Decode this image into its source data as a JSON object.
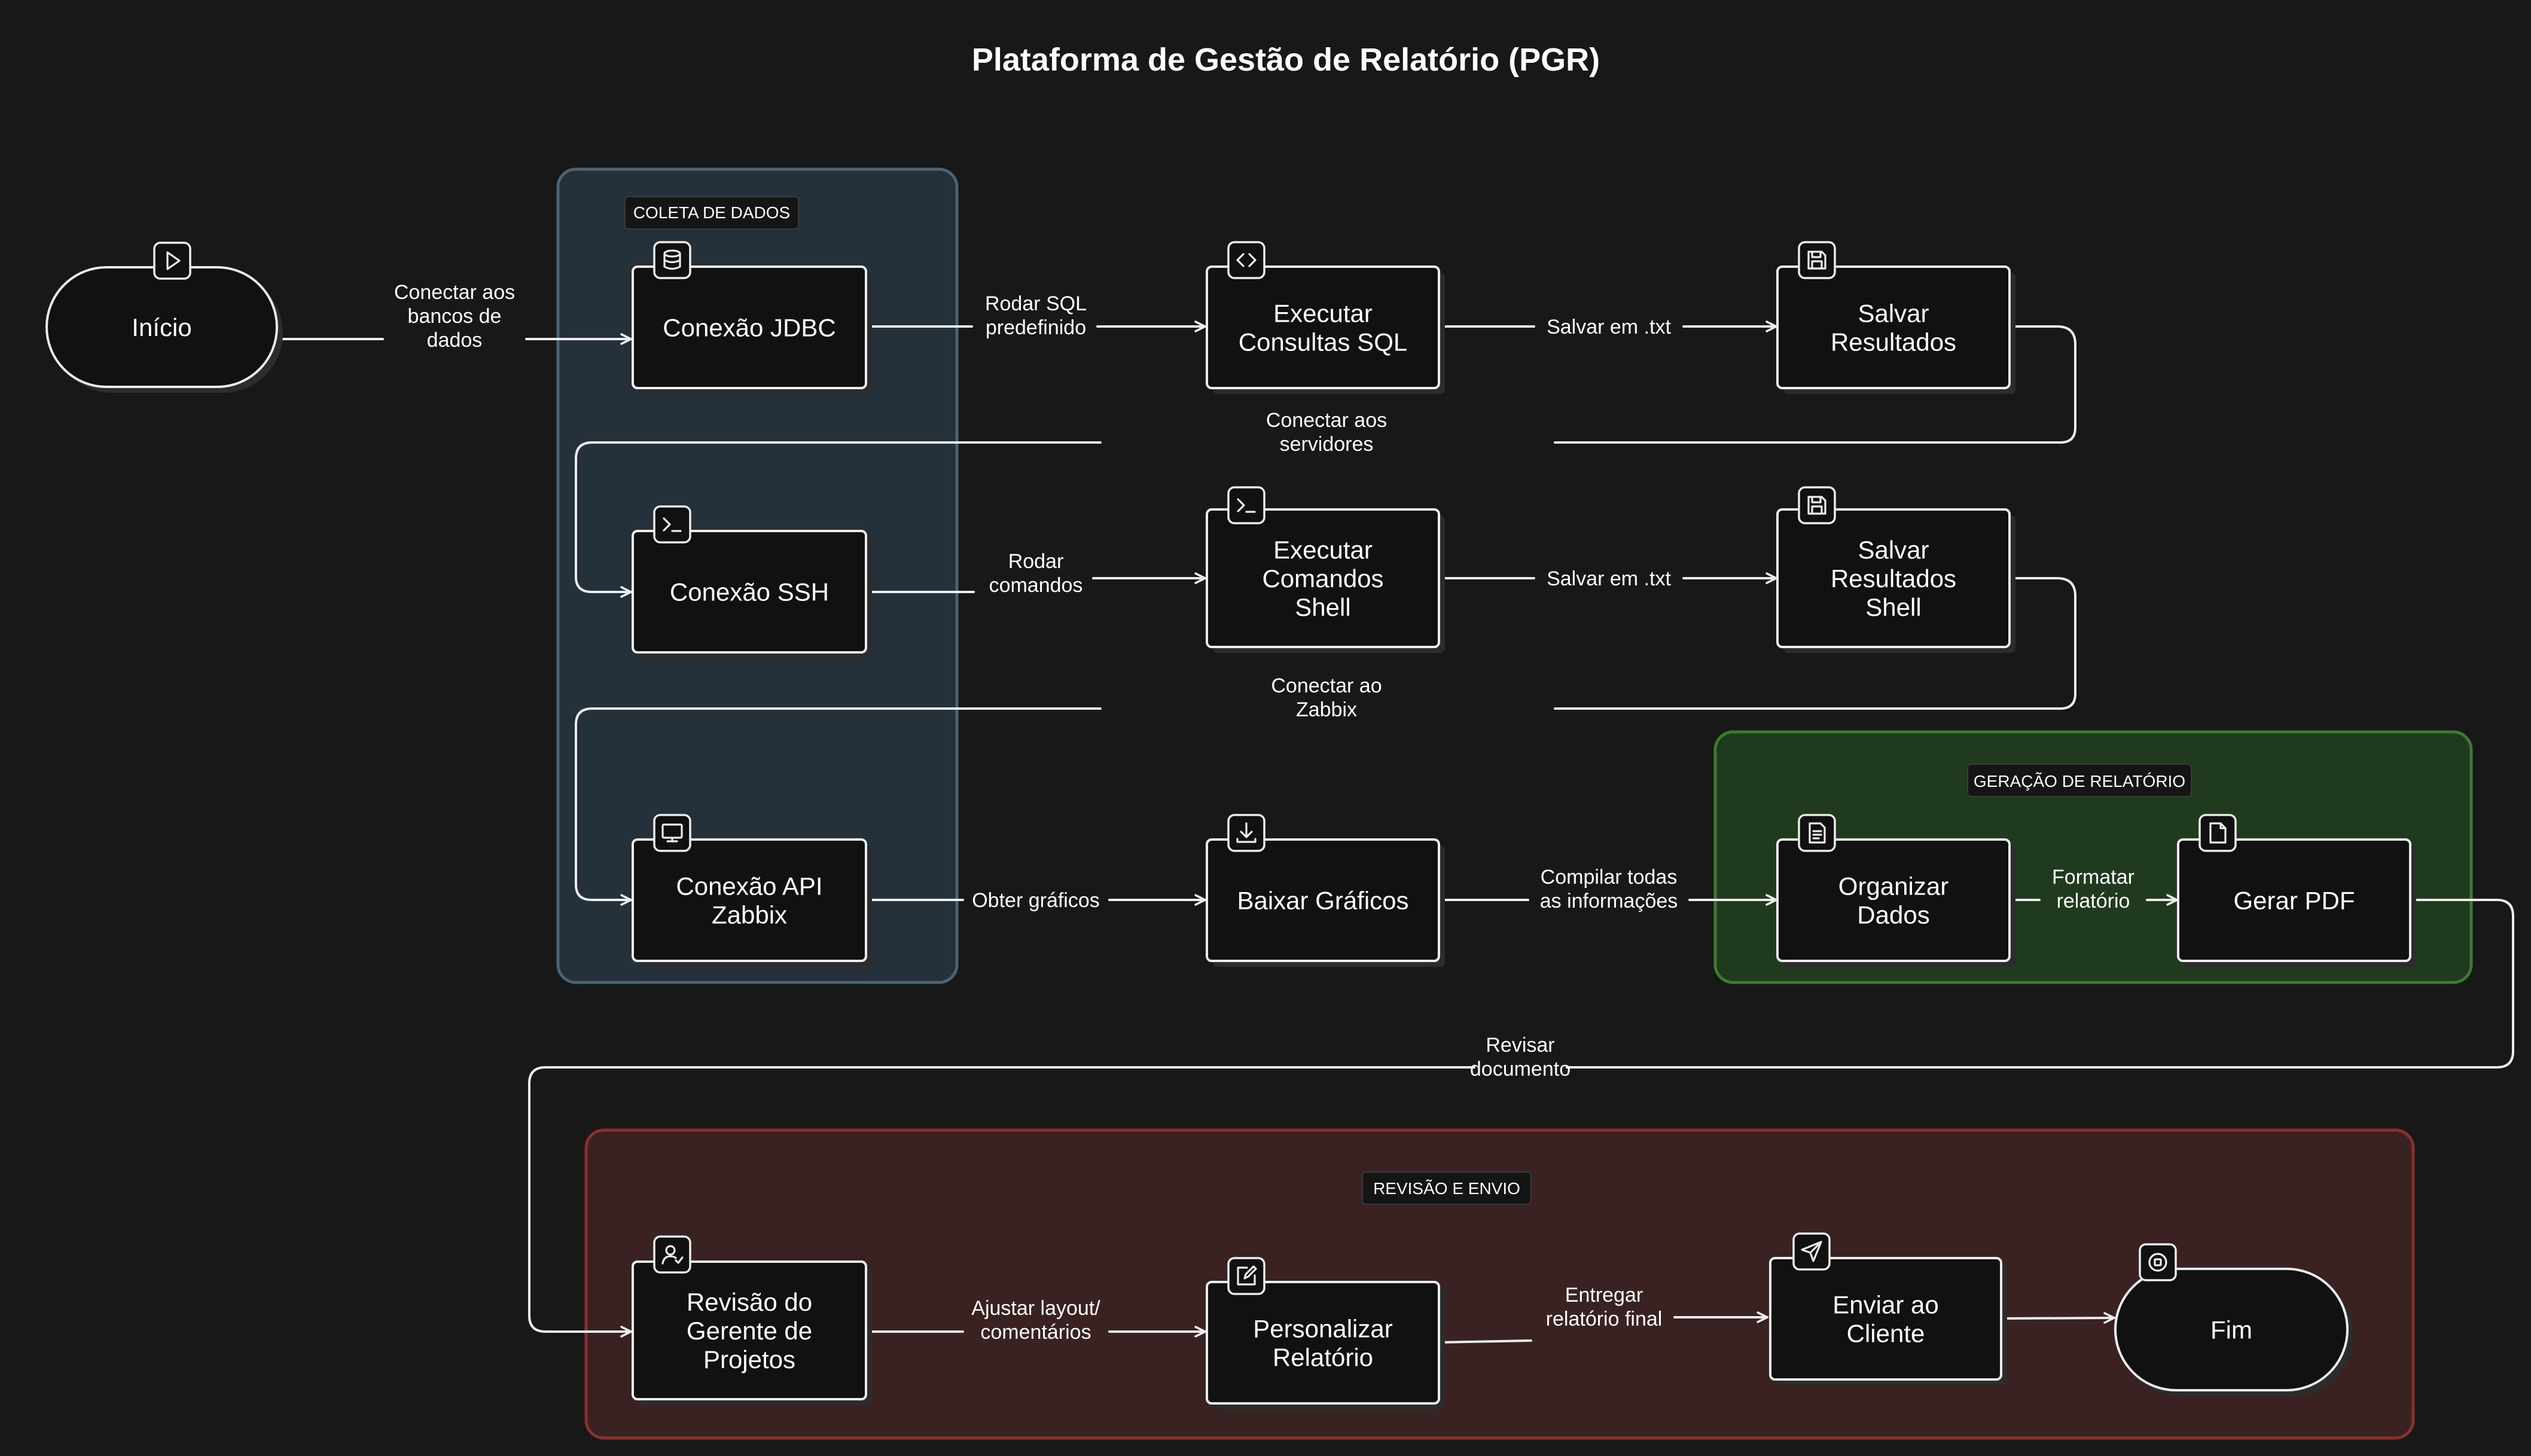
{
  "title": "Plataforma de Gestão de Relatório (PGR)",
  "colors": {
    "background": "#181818",
    "stroke": "#ececec",
    "node_fill": "#111111",
    "group_collect": "#25313a",
    "group_collect_border": "#4a6473",
    "group_report": "#1f3a1d",
    "group_report_border": "#3c7a33",
    "group_review": "#3a2222",
    "group_review_border": "#8a3030"
  },
  "groups": {
    "collect": {
      "label": "COLETA DE DADOS"
    },
    "report": {
      "label": "GERAÇÃO DE RELATÓRIO"
    },
    "review": {
      "label": "REVISÃO E ENVIO"
    }
  },
  "nodes": {
    "inicio": {
      "lines": [
        "Início"
      ],
      "icon": "play-icon"
    },
    "jdbc": {
      "lines": [
        "Conexão JDBC"
      ],
      "icon": "database-icon"
    },
    "sql": {
      "lines": [
        "Executar",
        "Consultas SQL"
      ],
      "icon": "code-icon"
    },
    "salvar_sql": {
      "lines": [
        "Salvar",
        "Resultados"
      ],
      "icon": "save-icon"
    },
    "ssh": {
      "lines": [
        "Conexão SSH"
      ],
      "icon": "terminal-icon"
    },
    "shell": {
      "lines": [
        "Executar",
        "Comandos",
        "Shell"
      ],
      "icon": "terminal-icon"
    },
    "salvar_shell": {
      "lines": [
        "Salvar",
        "Resultados",
        "Shell"
      ],
      "icon": "save-icon"
    },
    "zabbix": {
      "lines": [
        "Conexão API",
        "Zabbix"
      ],
      "icon": "monitor-icon"
    },
    "graficos": {
      "lines": [
        "Baixar Gráficos"
      ],
      "icon": "download-icon"
    },
    "organizar": {
      "lines": [
        "Organizar",
        "Dados"
      ],
      "icon": "document-icon"
    },
    "pdf": {
      "lines": [
        "Gerar PDF"
      ],
      "icon": "file-icon"
    },
    "revisao": {
      "lines": [
        "Revisão do",
        "Gerente de",
        "Projetos"
      ],
      "icon": "user-check-icon"
    },
    "personalizar": {
      "lines": [
        "Personalizar",
        "Relatório"
      ],
      "icon": "edit-icon"
    },
    "enviar": {
      "lines": [
        "Enviar ao",
        "Cliente"
      ],
      "icon": "send-icon"
    },
    "fim": {
      "lines": [
        "Fim"
      ],
      "icon": "stop-icon"
    }
  },
  "edges": {
    "e1": [
      "Conectar aos",
      "bancos de",
      "dados"
    ],
    "e2": [
      "Rodar SQL",
      "predefinido"
    ],
    "e3": [
      "Salvar em .txt"
    ],
    "e4": [
      "Conectar aos",
      "servidores"
    ],
    "e5": [
      "Rodar",
      "comandos"
    ],
    "e6": [
      "Salvar em .txt"
    ],
    "e7": [
      "Conectar ao",
      "Zabbix"
    ],
    "e8": [
      "Obter gráficos"
    ],
    "e9": [
      "Compilar todas",
      "as informações"
    ],
    "e10": [
      "Formatar",
      "relatório"
    ],
    "e11": [
      "Revisar",
      "documento"
    ],
    "e12": [
      "Ajustar layout/",
      "comentários"
    ],
    "e13": [
      "Entregar",
      "relatório final"
    ],
    "e14": []
  }
}
